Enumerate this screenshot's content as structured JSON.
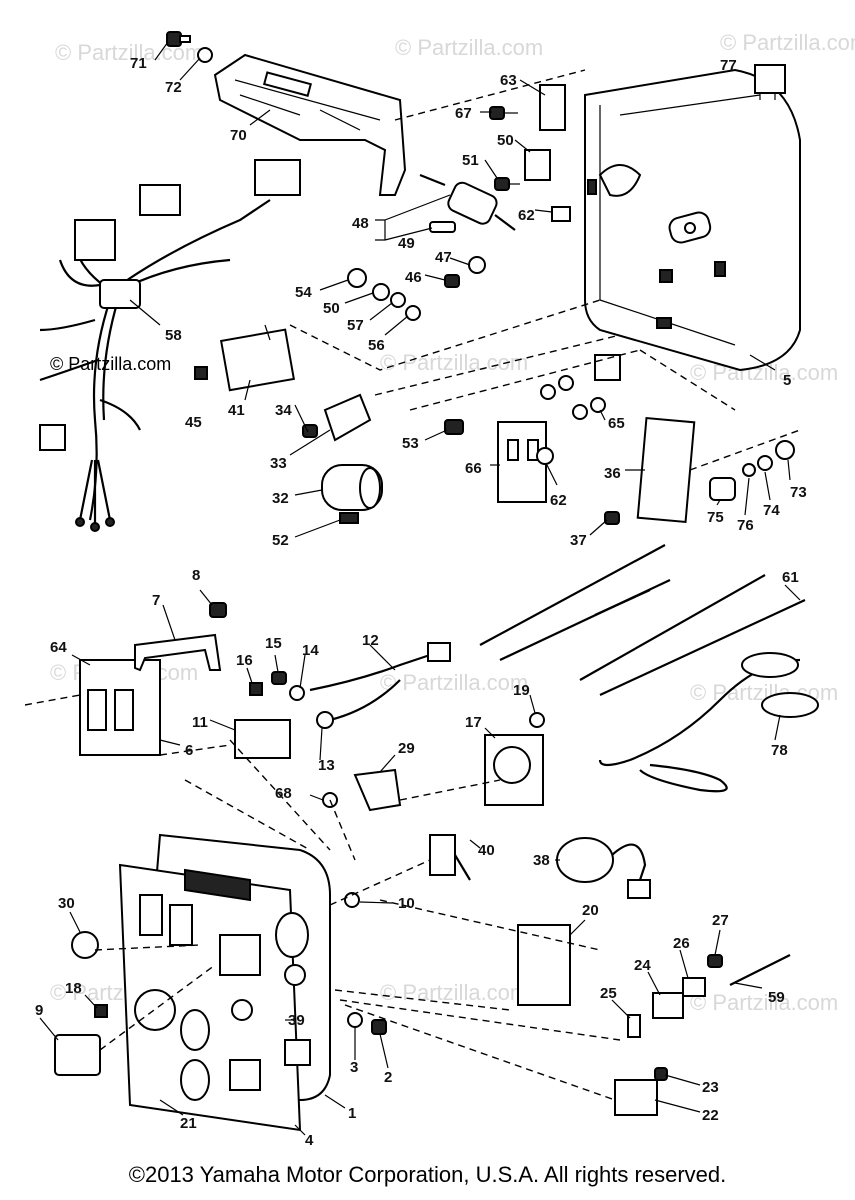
{
  "watermark": "© Partzilla.com",
  "copyright": "©2013 Yamaha Motor Corporation, U.S.A. All rights reserved.",
  "callouts": [
    {
      "id": "71",
      "label": "71"
    },
    {
      "id": "72",
      "label": "72"
    },
    {
      "id": "70",
      "label": "70"
    },
    {
      "id": "63",
      "label": "63"
    },
    {
      "id": "77",
      "label": "77"
    },
    {
      "id": "67",
      "label": "67"
    },
    {
      "id": "50a",
      "label": "50"
    },
    {
      "id": "51",
      "label": "51"
    },
    {
      "id": "48",
      "label": "48"
    },
    {
      "id": "49",
      "label": "49"
    },
    {
      "id": "62a",
      "label": "62"
    },
    {
      "id": "47",
      "label": "47"
    },
    {
      "id": "46",
      "label": "46"
    },
    {
      "id": "54",
      "label": "54"
    },
    {
      "id": "50b",
      "label": "50"
    },
    {
      "id": "57",
      "label": "57"
    },
    {
      "id": "56",
      "label": "56"
    },
    {
      "id": "58",
      "label": "58"
    },
    {
      "id": "45",
      "label": "45"
    },
    {
      "id": "41",
      "label": "41"
    },
    {
      "id": "34",
      "label": "34"
    },
    {
      "id": "33",
      "label": "33"
    },
    {
      "id": "53",
      "label": "53"
    },
    {
      "id": "65",
      "label": "65"
    },
    {
      "id": "5",
      "label": "5"
    },
    {
      "id": "66",
      "label": "66"
    },
    {
      "id": "62b",
      "label": "62"
    },
    {
      "id": "36",
      "label": "36"
    },
    {
      "id": "73",
      "label": "73"
    },
    {
      "id": "74",
      "label": "74"
    },
    {
      "id": "32",
      "label": "32"
    },
    {
      "id": "52",
      "label": "52"
    },
    {
      "id": "37",
      "label": "37"
    },
    {
      "id": "75",
      "label": "75"
    },
    {
      "id": "76",
      "label": "76"
    },
    {
      "id": "8",
      "label": "8"
    },
    {
      "id": "61",
      "label": "61"
    },
    {
      "id": "7",
      "label": "7"
    },
    {
      "id": "64",
      "label": "64"
    },
    {
      "id": "15",
      "label": "15"
    },
    {
      "id": "12",
      "label": "12"
    },
    {
      "id": "16",
      "label": "16"
    },
    {
      "id": "14",
      "label": "14"
    },
    {
      "id": "19",
      "label": "19"
    },
    {
      "id": "11",
      "label": "11"
    },
    {
      "id": "17",
      "label": "17"
    },
    {
      "id": "6",
      "label": "6"
    },
    {
      "id": "13",
      "label": "13"
    },
    {
      "id": "29",
      "label": "29"
    },
    {
      "id": "78",
      "label": "78"
    },
    {
      "id": "68",
      "label": "68"
    },
    {
      "id": "40",
      "label": "40"
    },
    {
      "id": "38",
      "label": "38"
    },
    {
      "id": "30",
      "label": "30"
    },
    {
      "id": "10",
      "label": "10"
    },
    {
      "id": "20",
      "label": "20"
    },
    {
      "id": "27",
      "label": "27"
    },
    {
      "id": "26",
      "label": "26"
    },
    {
      "id": "24",
      "label": "24"
    },
    {
      "id": "18",
      "label": "18"
    },
    {
      "id": "25",
      "label": "25"
    },
    {
      "id": "59",
      "label": "59"
    },
    {
      "id": "9",
      "label": "9"
    },
    {
      "id": "39",
      "label": "39"
    },
    {
      "id": "3",
      "label": "3"
    },
    {
      "id": "2",
      "label": "2"
    },
    {
      "id": "23",
      "label": "23"
    },
    {
      "id": "22",
      "label": "22"
    },
    {
      "id": "21",
      "label": "21"
    },
    {
      "id": "1",
      "label": "1"
    },
    {
      "id": "4",
      "label": "4"
    }
  ]
}
